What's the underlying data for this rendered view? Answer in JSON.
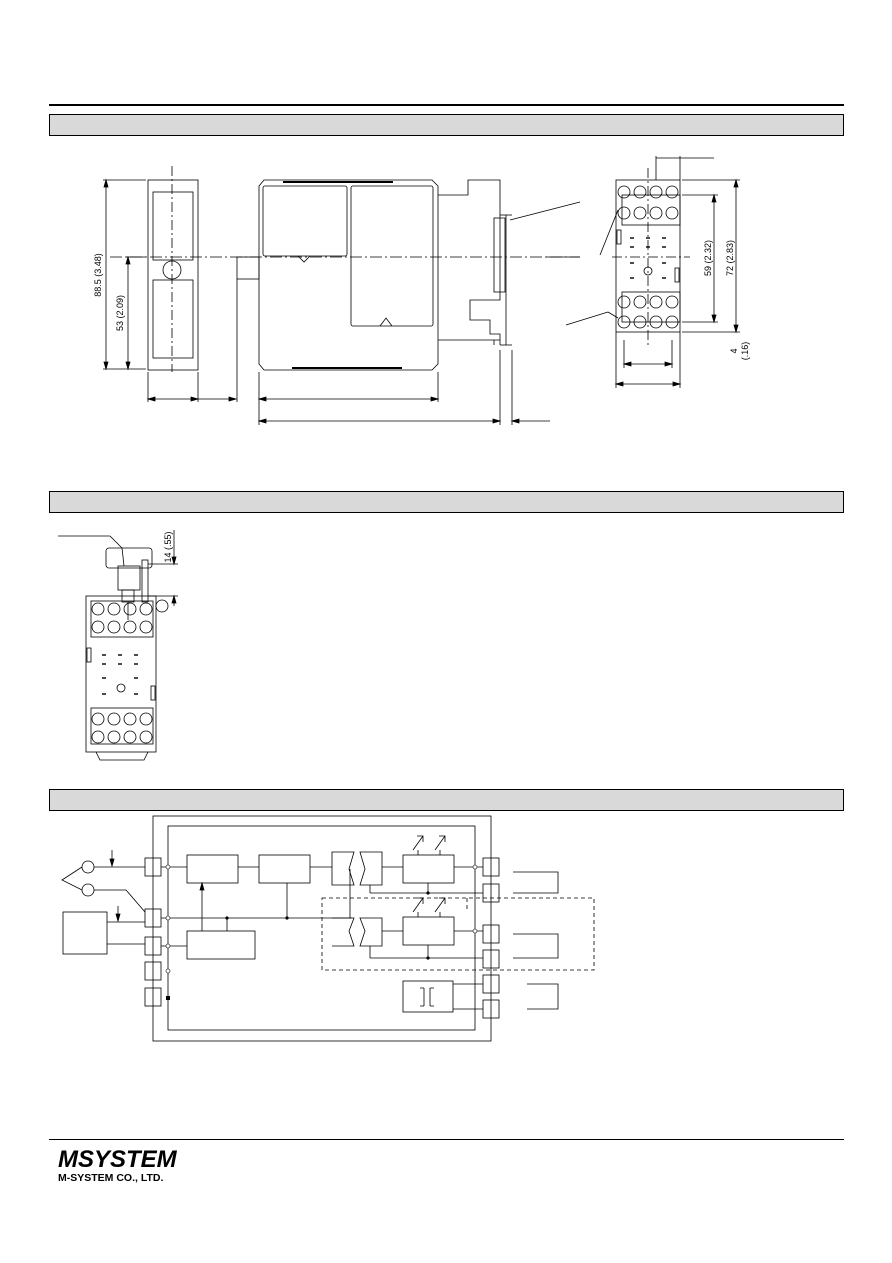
{
  "dimensions": {
    "height_total": "88.5 (3.48)",
    "height_mid": "53 (2.09)",
    "socket_pitch": "59 (2.32)",
    "socket_height": "72 (2.83)",
    "socket_offset": "4",
    "socket_offset_in": "(.16)",
    "clearance": "14 (.55)"
  },
  "company": {
    "logo": "MSYSTEM",
    "name": "M-SYSTEM CO., LTD."
  }
}
